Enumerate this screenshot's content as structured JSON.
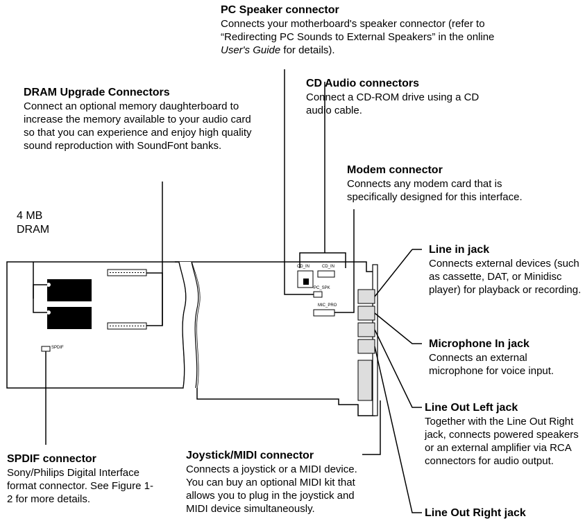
{
  "callouts": {
    "pc_speaker": {
      "title": "PC Speaker connector",
      "body_pre": "Connects your motherboard's speaker connector (refer to “Redirecting PC Sounds to External Speakers” in the online ",
      "body_italic": "User's Guide",
      "body_post": " for details)."
    },
    "cd_audio": {
      "title": "CD Audio connectors",
      "body": "Connect a CD-ROM drive using a CD audio cable."
    },
    "dram": {
      "title": "DRAM Upgrade Connectors",
      "body": "Connect an optional memory daughterboard to increase the memory available to your audio card so that you can experience and enjoy high quality sound reproduction with SoundFont banks."
    },
    "modem": {
      "title": "Modem connector",
      "body": "Connects any modem card that is specifically designed for this interface."
    },
    "line_in": {
      "title": "Line in jack",
      "body": "Connects external devices (such as cassette, DAT, or Minidisc player) for playback or recording."
    },
    "mic_in": {
      "title": "Microphone In jack",
      "body": "Connects an external microphone for voice input."
    },
    "line_out_left": {
      "title": "Line Out Left jack",
      "body": "Together with the Line Out Right jack, connects powered speakers or an external amplifier via RCA connectors for audio output."
    },
    "spdif": {
      "title": "SPDIF connector",
      "body": "Sony/Philips Digital Interface format connector. See Figure 1-2 for more details."
    },
    "joystick": {
      "title": "Joystick/MIDI connector",
      "body": "Connects a joystick or a MIDI device. You can buy an optional MIDI kit that allows you to plug in the joystick and MIDI device simultaneously."
    },
    "line_out_right": {
      "title": "Line Out Right jack"
    }
  },
  "labels": {
    "dram_size_1": "4 MB",
    "dram_size_2": "DRAM",
    "cd_in": "CD_IN",
    "cd_in2": "CD_IN",
    "pc_spk": "PC_SPK",
    "mic_pro": "MIC_PRO",
    "spdif": "SPDIF"
  }
}
